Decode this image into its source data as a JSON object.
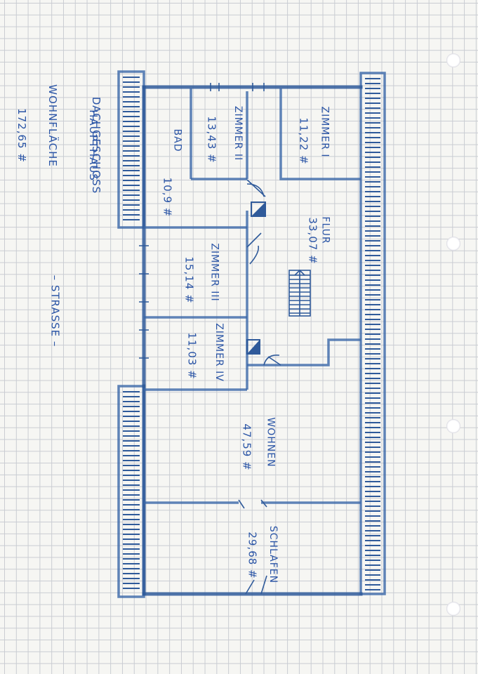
{
  "sheet": {
    "title_line1": "DACHGESCHOSS",
    "title_line2": "HAUPTHAUS",
    "area_label": "WOHNFLÄCHE",
    "area_value": "172,65 #",
    "street": "– STRASSE –"
  },
  "rooms": {
    "zimmer1": {
      "name": "ZIMMER I",
      "area": "11,22 #"
    },
    "zimmer2": {
      "name": "ZIMMER II",
      "area": "13,43 #"
    },
    "bad": {
      "name": "BAD",
      "area": "10,9 #"
    },
    "flur": {
      "name": "FLUR",
      "area": "33,07 #"
    },
    "zimmer3": {
      "name": "ZIMMER III",
      "area": "15,14 #"
    },
    "zimmer4": {
      "name": "ZIMMER IV",
      "area": "11,03 #"
    },
    "wohnen": {
      "name": "WOHNEN",
      "area": "47,59 #"
    },
    "schlafen": {
      "name": "SCHLAFEN",
      "area": "29,68 #"
    }
  },
  "colors": {
    "ink": "#2b55a6",
    "grid": "#c9ccd2",
    "paper": "#f6f6f3"
  },
  "icons": [
    "staircase-icon",
    "chimney-icon",
    "door-swing-icon",
    "roof-hatching"
  ]
}
